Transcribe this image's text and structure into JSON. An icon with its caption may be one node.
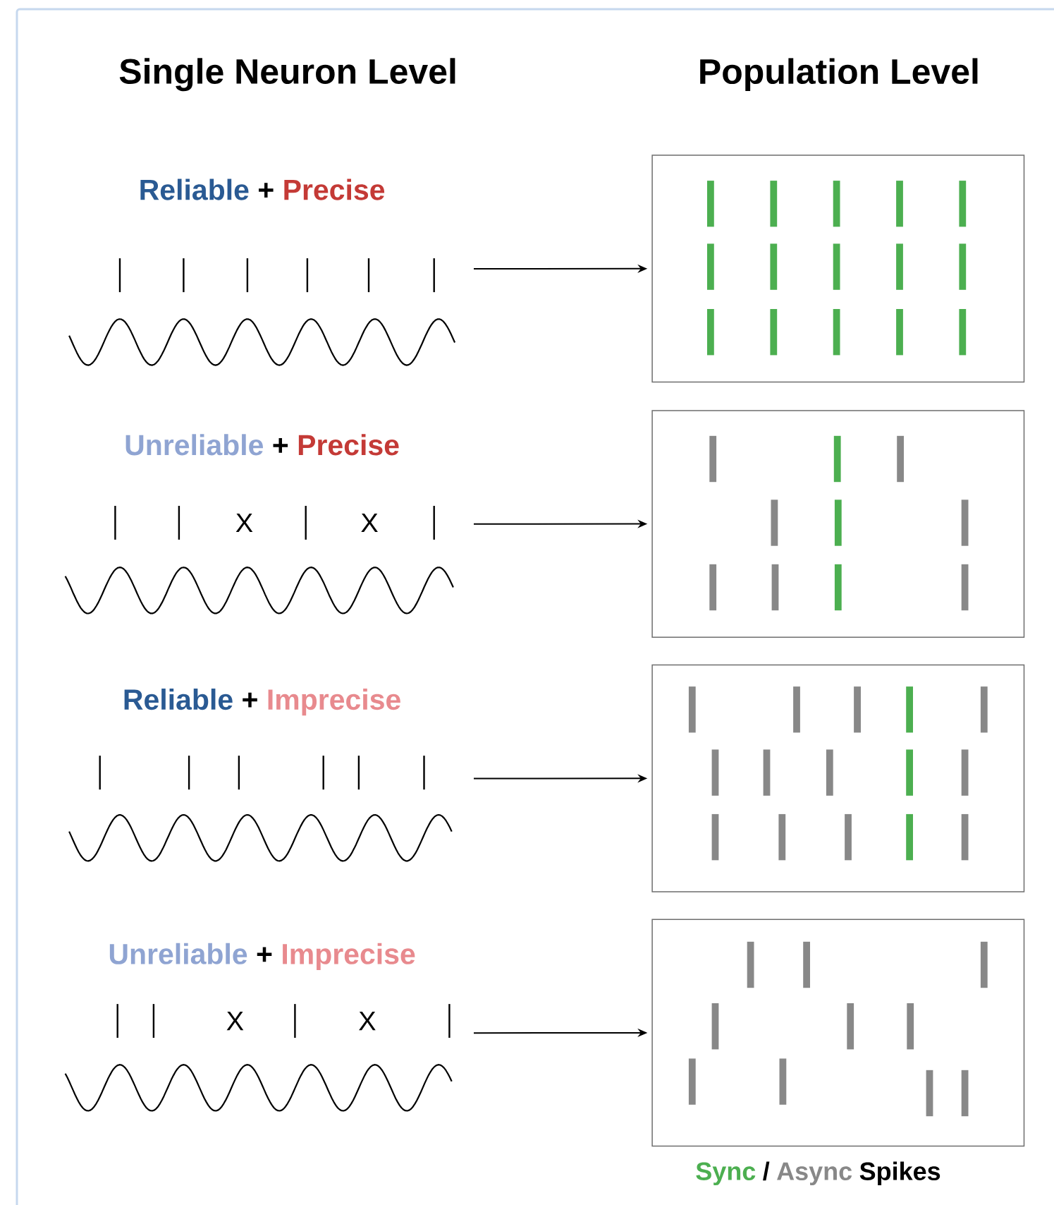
{
  "diagram": {
    "nodes": [
      {
        "text": [
          "Reliable",
          "+",
          "Precise"
        ]
      },
      {
        "text": [
          "Unreliable",
          "+",
          "Precise"
        ]
      },
      {
        "text": [
          "Reliable",
          "+",
          "Imprecise"
        ]
      },
      {
        "text": [
          "Unreliable",
          "+",
          "Imprecise"
        ]
      },
      {
        "text": [],
        "shape": "box"
      },
      {
        "text": [],
        "shape": "box"
      },
      {
        "text": [],
        "shape": "box"
      },
      {
        "text": [],
        "shape": "box"
      }
    ],
    "edges": [
      {
        "from": 0,
        "to": 4,
        "arrow": "to"
      },
      {
        "from": 1,
        "to": 5,
        "arrow": "to"
      },
      {
        "from": 2,
        "to": 6,
        "arrow": "to"
      },
      {
        "from": 3,
        "to": 7,
        "arrow": "to"
      }
    ],
    "labels": [
      "Single Neuron Level",
      "Population Level",
      "X",
      "X",
      "X",
      "X",
      "Sync",
      "/",
      "Async",
      "Spikes"
    ]
  }
}
